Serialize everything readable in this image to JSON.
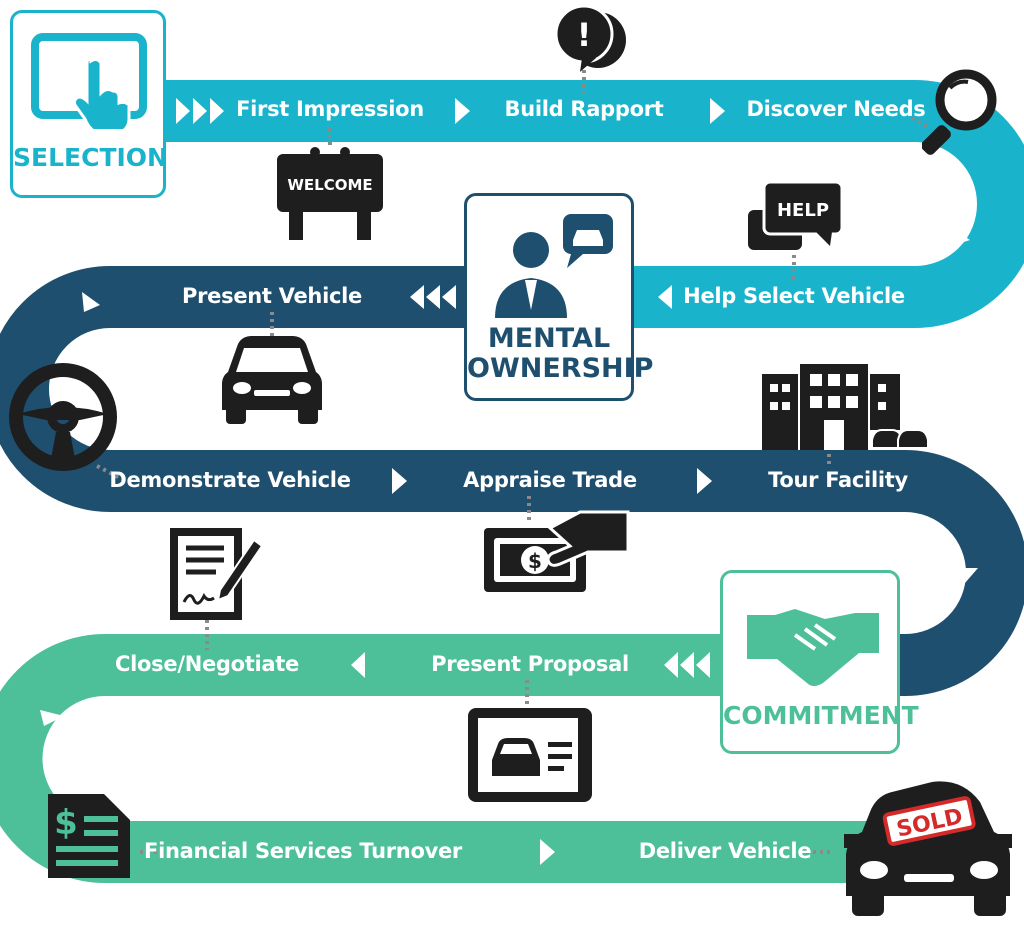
{
  "colors": {
    "selection": "#19b3cc",
    "mental": "#1f4f6e",
    "commitment": "#4dc09a",
    "icon": "#1e1e1e"
  },
  "phases": {
    "selection": "SELECTION",
    "mental_line1": "MENTAL",
    "mental_line2": "OWNERSHIP",
    "commitment": "COMMITMENT"
  },
  "steps": {
    "first_impression": "First Impression",
    "build_rapport": "Build Rapport",
    "discover_needs": "Discover Needs",
    "help_select_vehicle": "Help Select Vehicle",
    "present_vehicle": "Present Vehicle",
    "demonstrate_vehicle": "Demonstrate Vehicle",
    "appraise_trade": "Appraise Trade",
    "tour_facility": "Tour Facility",
    "present_proposal": "Present Proposal",
    "close_negotiate": "Close/Negotiate",
    "financial_services_turnover": "Financial Services Turnover",
    "deliver_vehicle": "Deliver Vehicle"
  },
  "signs": {
    "welcome": "WELCOME",
    "help": "HELP",
    "speech_mark": "!",
    "sold": "SOLD",
    "dollar": "$"
  },
  "icons": [
    "tablet-touch-icon",
    "speech-bubble-alert-icon",
    "magnifier-icon",
    "welcome-sign-icon",
    "help-chat-icon",
    "businessman-icon",
    "car-front-icon",
    "steering-wheel-icon",
    "office-building-icon",
    "money-hand-icon",
    "contract-signature-icon",
    "handshake-icon",
    "tablet-car-icon",
    "dollar-document-icon",
    "sold-car-icon"
  ]
}
